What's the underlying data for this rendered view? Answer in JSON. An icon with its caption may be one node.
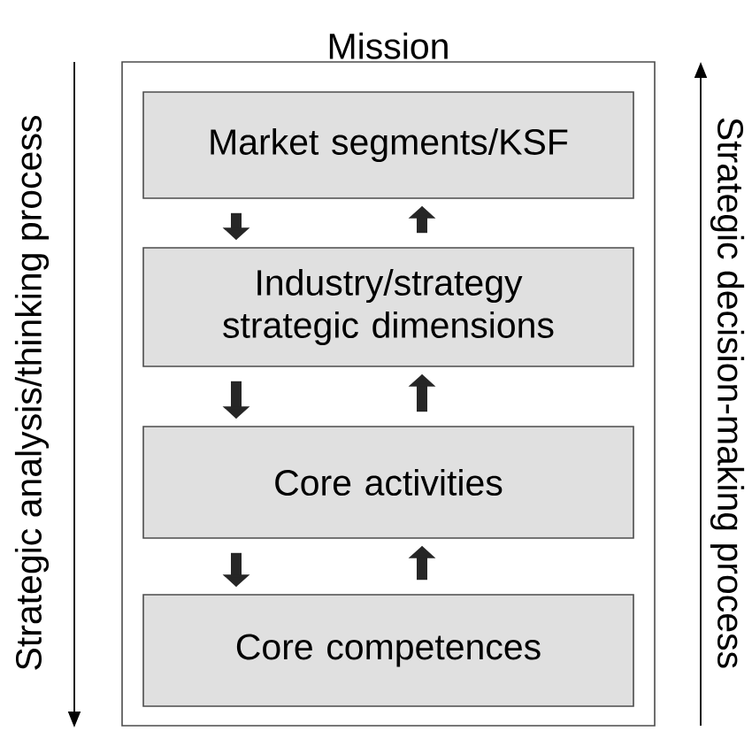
{
  "diagram": {
    "nodes": [
      {
        "text": [
          "Mission"
        ]
      },
      {
        "text": [
          "Market segments/KSF"
        ],
        "in": 0
      },
      {
        "text": [
          "Industry/strategy strategic dimensions"
        ],
        "in": 0
      },
      {
        "text": [
          "Core activities"
        ],
        "in": 0
      },
      {
        "text": [
          "Core competences"
        ],
        "in": 0
      }
    ],
    "edges": [
      {
        "from": 1,
        "to": 2,
        "arrow": "to"
      },
      {
        "from": 2,
        "to": 1,
        "arrow": "to"
      },
      {
        "from": 2,
        "to": 3,
        "arrow": "to"
      },
      {
        "from": 3,
        "to": 2,
        "arrow": "to"
      },
      {
        "from": 3,
        "to": 4,
        "arrow": "to"
      },
      {
        "from": 4,
        "to": 3,
        "arrow": "to"
      }
    ],
    "labels": [
      "Strategic analysis/thinking process",
      "Strategic decision-making process"
    ]
  }
}
